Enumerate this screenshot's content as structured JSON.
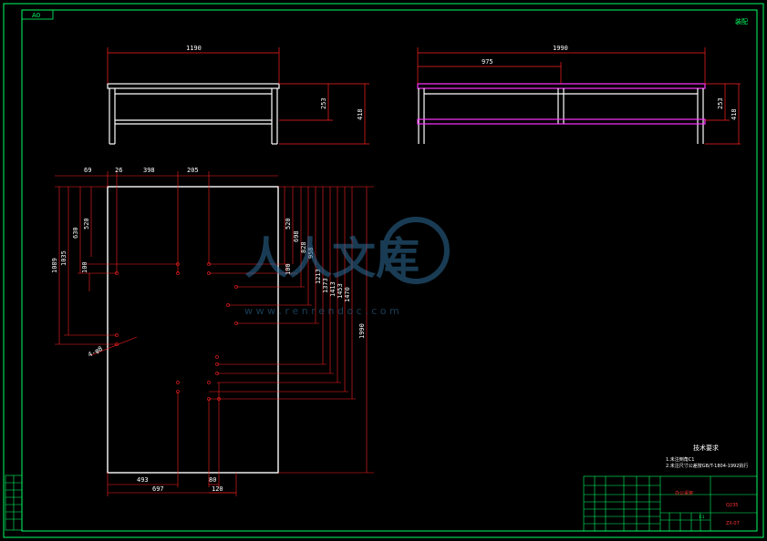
{
  "sheet": {
    "code_box": "A0",
    "corner_mark": "装配"
  },
  "front_view": {
    "dim_width": "1190",
    "dim_h1": "253",
    "dim_h2": "418"
  },
  "side_view": {
    "dim_width": "1990",
    "dim_half": "975",
    "dim_h1": "253",
    "dim_h2": "418"
  },
  "plan_view": {
    "top_dims": [
      "69",
      "26",
      "398",
      "205"
    ],
    "left_dims": [
      "1089",
      "1035",
      "630",
      "520",
      "100"
    ],
    "right_dims": [
      "520",
      "698",
      "828",
      "958",
      "100",
      "1213",
      "1373",
      "1413",
      "1453",
      "1470",
      "1990"
    ],
    "bottom_dims": [
      "493",
      "697",
      "80",
      "120"
    ],
    "hole_label": "4-φ8"
  },
  "notes": {
    "title": "技术要求",
    "line1": "1.未注倒角C1",
    "line2": "2.未注尺寸公差按GB/T-1804-1992执行"
  },
  "title_block": {
    "drawing_name": "办公桌架",
    "material": "Q235",
    "part_no": "ZX-07",
    "scale": "1:1"
  },
  "watermark": {
    "text": "人人文库",
    "url": "w w w . r e n r e n d o c . c o m"
  }
}
